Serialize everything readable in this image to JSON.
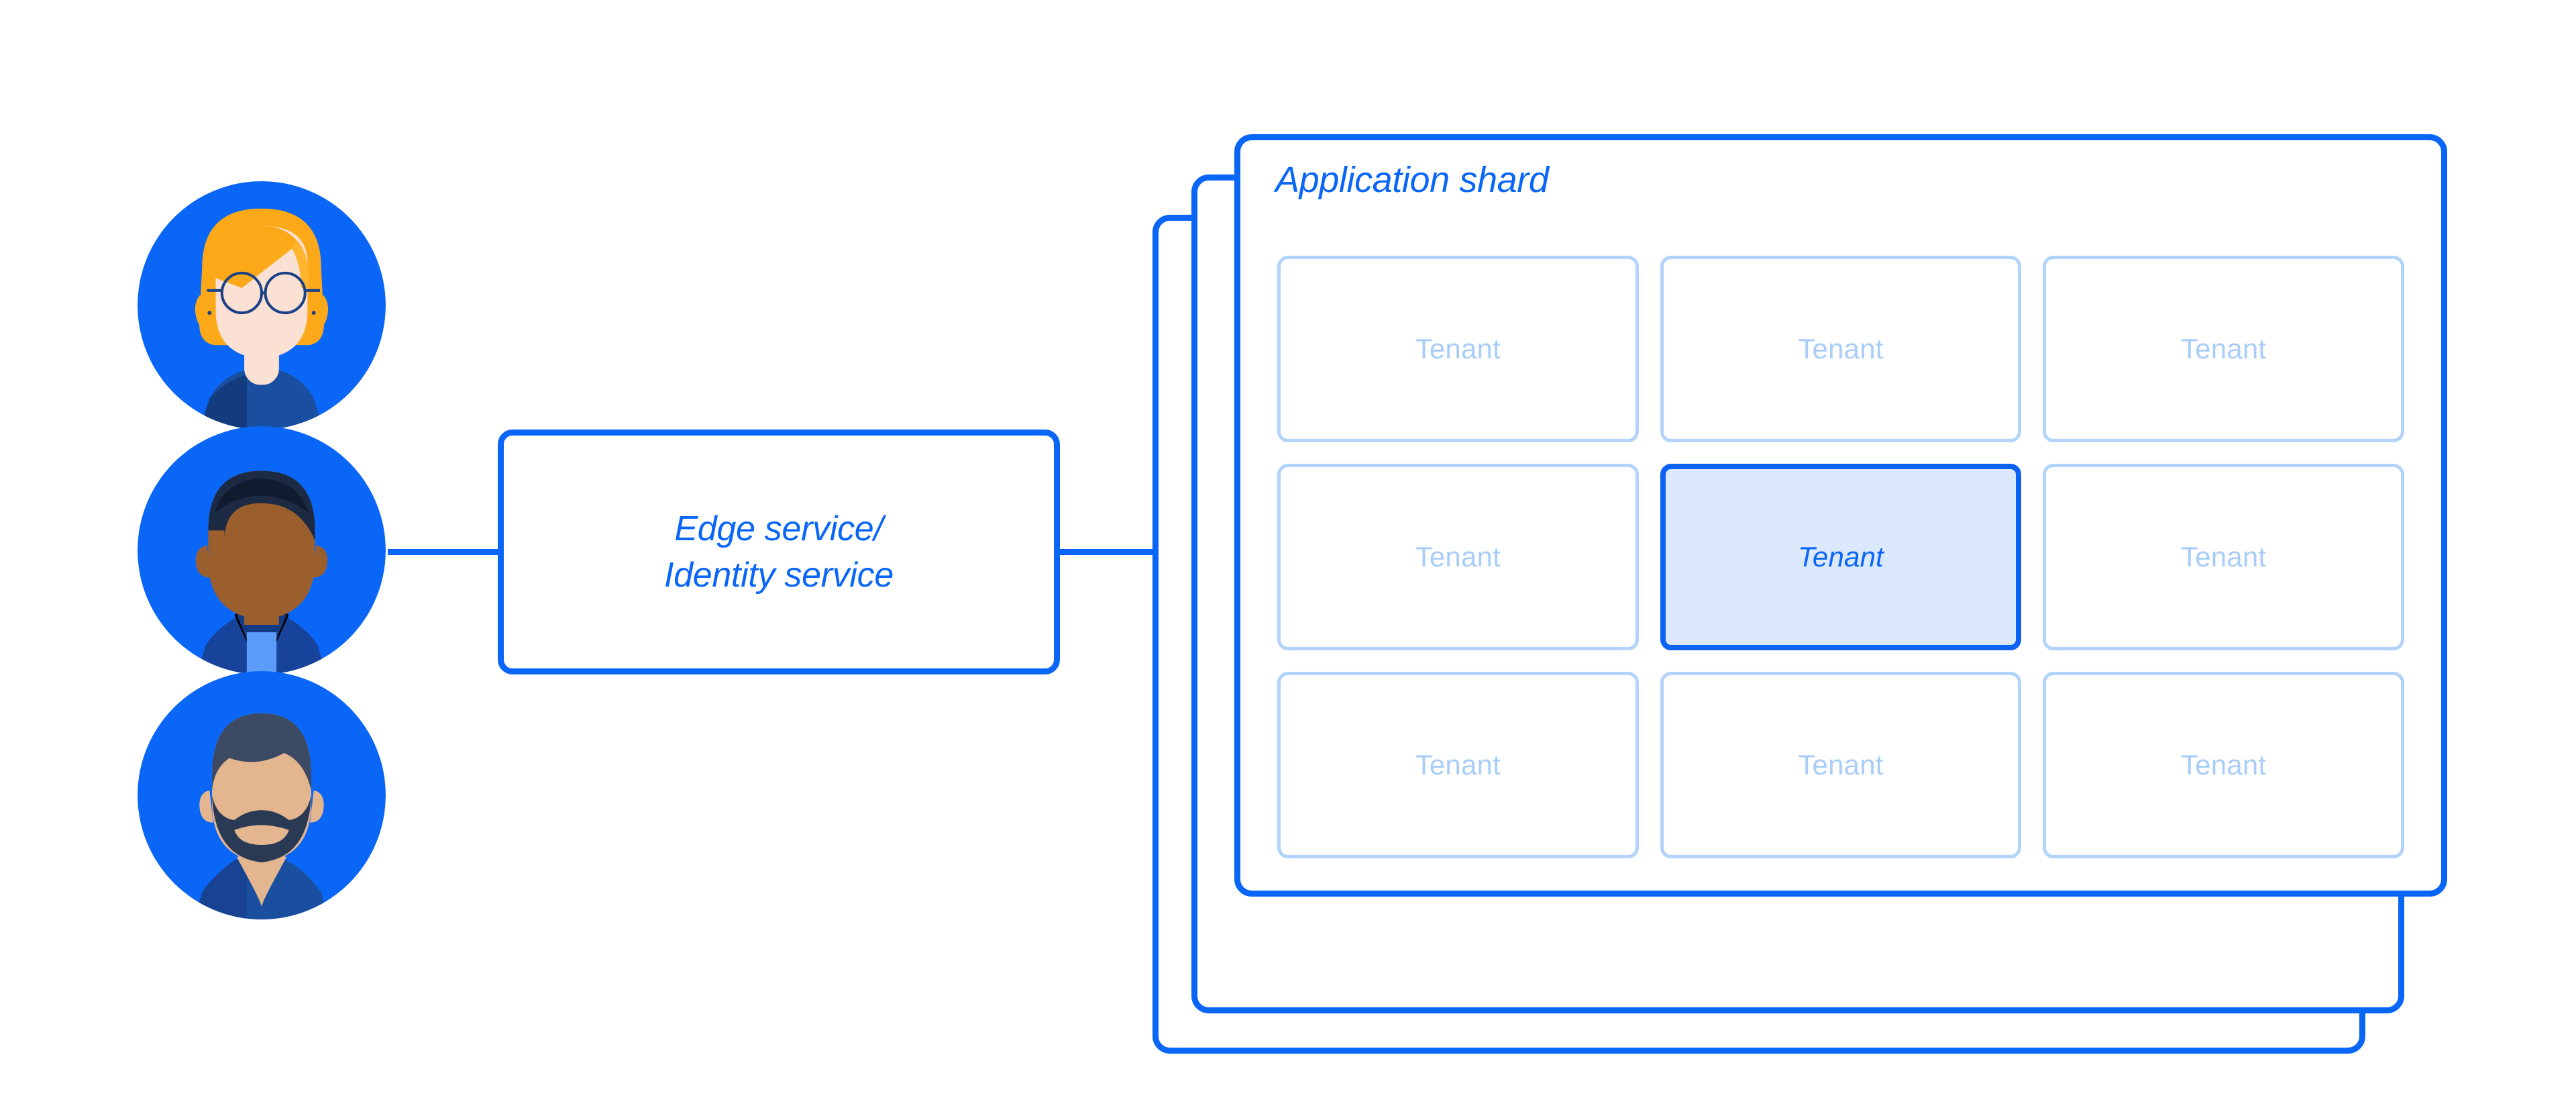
{
  "diagram": {
    "title": "Application shard tenancy diagram",
    "colors": {
      "primary_blue": "#0a66f7",
      "tenant_outline": "#b2d3fb",
      "tenant_text": "#a9cdf8",
      "active_tenant_fill": "#dce8fc",
      "active_tenant_border": "#0b63f3",
      "background": "#ffffff"
    }
  },
  "users": {
    "avatars": [
      {
        "name": "avatar-woman-glasses",
        "hair": "#fba919",
        "skin": "#fbe0d4",
        "shirt": "#1a4fa0",
        "circle": "#0a66f7"
      },
      {
        "name": "avatar-man-short-hair",
        "hair": "#1d2a44",
        "skin": "#9b5f2e",
        "shirt": "#17439b",
        "circle": "#0a66f7"
      },
      {
        "name": "avatar-man-beard",
        "hair": "#3c4a64",
        "skin": "#e3b68f",
        "shirt": "#1a4fa0",
        "circle": "#0a66f7"
      }
    ]
  },
  "edge_service": {
    "label": "Edge service/\nIdentity service"
  },
  "shard": {
    "title": "Application shard",
    "stack_count": 3,
    "tenants": [
      {
        "label": "Tenant",
        "active": false
      },
      {
        "label": "Tenant",
        "active": false
      },
      {
        "label": "Tenant",
        "active": false
      },
      {
        "label": "Tenant",
        "active": false
      },
      {
        "label": "Tenant",
        "active": true
      },
      {
        "label": "Tenant",
        "active": false
      },
      {
        "label": "Tenant",
        "active": false
      },
      {
        "label": "Tenant",
        "active": false
      },
      {
        "label": "Tenant",
        "active": false
      }
    ]
  },
  "connectors": {
    "users_to_edge": "line",
    "edge_to_shard": "line"
  }
}
